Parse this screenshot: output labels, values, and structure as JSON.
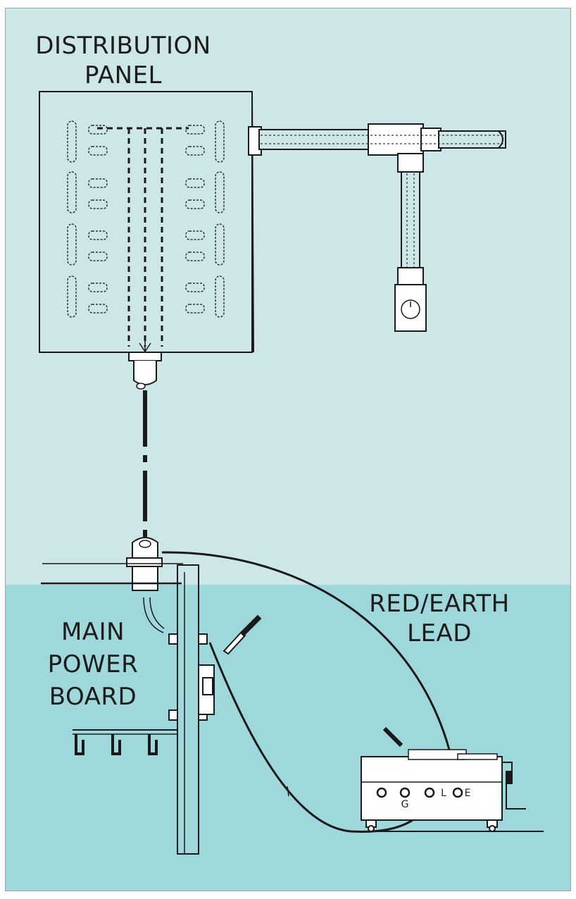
{
  "labels": {
    "distribution_panel": [
      "DISTRIBUTION",
      "PANEL"
    ],
    "main_power_board": [
      "MAIN",
      "POWER",
      "BOARD"
    ],
    "red_earth_lead": [
      "RED/EARTH",
      "LEAD"
    ]
  },
  "terminals": {
    "g": "G",
    "l": "L",
    "e": "E"
  },
  "colors": {
    "upper_background": "#cde6e8",
    "lower_background": "#9fd8db",
    "line": "#1a1a1a",
    "device_fill": "#ffffff"
  }
}
